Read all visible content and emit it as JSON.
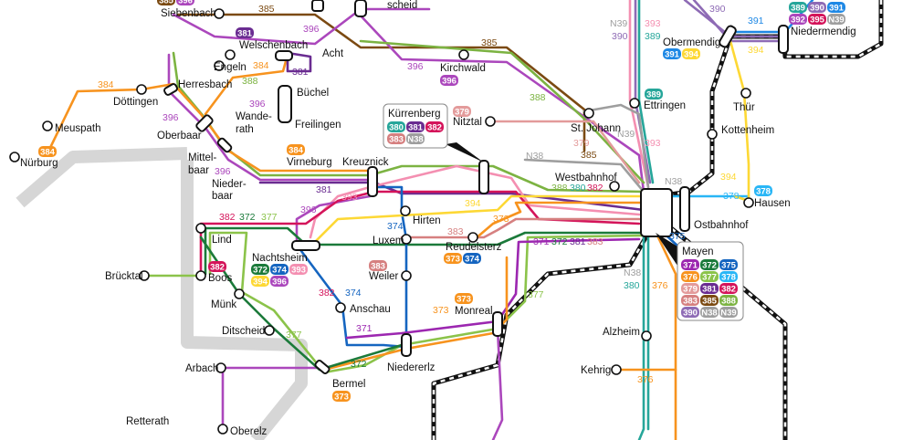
{
  "colors": {
    "381": "#6a2c91",
    "382": "#d4145a",
    "383": "#d68080",
    "384": "#f7931e",
    "385": "#7b4a12",
    "388": "#7cb342",
    "389": "#26a69a",
    "390": "#8e6bb5",
    "391": "#1e88e5",
    "393": "#f48fb1",
    "394": "#fdd835",
    "396": "#ab47bc",
    "371": "#9c27b0",
    "372": "#1b7a3a",
    "373": "#f7931e",
    "374": "#1565c0",
    "375": "#1565c0",
    "376": "#f7931e",
    "377": "#8bc34a",
    "378": "#29b6f6",
    "379": "#e39b9b",
    "380": "#26a69a",
    "N38": "#9e9e9e",
    "N39": "#9e9e9e",
    "rail": "#111111",
    "river": "#d6d6d6"
  },
  "stations": {
    "siebenbach": "Siebenbach",
    "scheid": "scheid",
    "welschenbach": "Welschenbach",
    "engeln": "Engeln",
    "acht": "Acht",
    "buechel": "Büchel",
    "freilingen": "Freilingen",
    "kirchwald": "Kirchwald",
    "herresbach": "Herresbach",
    "doettingen": "Döttingen",
    "meuspath": "Meuspath",
    "nuerburg": "Nürburg",
    "oberbaar": "Oberbaar",
    "wanderath_1": "Wande-",
    "wanderath_2": "rath",
    "mittelbaar_1": "Mittel-",
    "mittelbaar_2": "baar",
    "niederbaar_1": "Nieder-",
    "niederbaar_2": "baar",
    "virneburg": "Virneburg",
    "kreuznick": "Kreuznick",
    "nitztal": "Nitztal",
    "st_johann": "St. Johann",
    "ettringen": "Ettringen",
    "obermendig": "Obermendig",
    "niedermendig": "Niedermendig",
    "thuer": "Thür",
    "kottenheim": "Kottenheim",
    "hausen": "Hausen",
    "westbahnhof": "Westbahnhof",
    "ostbahnhof": "Ostbahnhof",
    "mayen": "Mayen",
    "lind": "Lind",
    "hirten": "Hirten",
    "luxem": "Luxem",
    "reudelsterz": "Reudelsterz",
    "nachtsheim": "Nachtsheim",
    "brucktal": "Brücktal",
    "boos": "Boos",
    "weiler": "Weiler",
    "muenk": "Münk",
    "anschau": "Anschau",
    "monreal": "Monreal",
    "ditscheid": "Ditscheid",
    "alzheim": "Alzheim",
    "kehrig": "Kehrig",
    "arbach": "Arbach",
    "bermel": "Bermel",
    "niedererlz": "Niedererlz",
    "retterath": "Retterath",
    "oberelz": "Oberelz"
  },
  "route_labels": {
    "r385_top": "385",
    "r396_acht": "396",
    "r381_welschenbach": "381",
    "r384_engeln": "384",
    "r381_buechel": "381",
    "r388_herresbach": "388",
    "r396_wanderath": "396",
    "r384_doettingen": "384",
    "r396_oberbaar": "396",
    "r385_kirchwald": "385",
    "r396_kirchwald": "396",
    "r388_mid": "388",
    "r396_mittelbaar": "396",
    "r381_kreuznick": "381",
    "r393_kreuznick": "393",
    "r396_lind": "396",
    "r382_lind": "382",
    "r372_lind": "372",
    "r377_lind": "377",
    "r374_luxem": "374",
    "r383_luxem": "383",
    "r394_mid": "394",
    "r373_mid": "373",
    "r382_nacht": "382",
    "r374_anschau": "374",
    "r371_mid": "371",
    "r373_monreal": "373",
    "r377_ditscheid": "377",
    "r372_bermel": "372",
    "r377_right": "377",
    "r371_mayen": "371",
    "r372_mayen": "372",
    "r381_mayen": "381",
    "r383_mayen": "383",
    "n38_top": "N38",
    "n39_top": "N39",
    "r390_top": "390",
    "r389_top": "389",
    "r393_top": "393",
    "r390_right": "390",
    "r391_right": "391",
    "r394_right": "394",
    "n39_stjohann": "N39",
    "r379_stjohann": "379",
    "r385_stjohann": "385",
    "r393_right": "393",
    "n38_westbf": "N38",
    "r388_westbf": "388",
    "r380_westbf": "380",
    "r382_westbf": "382",
    "n38_mayen": "N38",
    "r378": "378",
    "r375": "375",
    "r394_kottenheim": "394",
    "n38_lower": "N38",
    "r380_lower": "380",
    "r376_lower": "376",
    "r376_kehrig": "376"
  },
  "chips": {
    "kirchwald": [
      "396"
    ],
    "welschenbach": [
      "381"
    ],
    "meuspath": [
      "384"
    ],
    "virneburg": [
      "384"
    ],
    "nitztal": [
      "379"
    ],
    "ettringen": [
      "389"
    ],
    "obermendig": [
      "391",
      "394"
    ],
    "niedermendig_row1": [
      "389",
      "390",
      "391"
    ],
    "niedermendig_row2": [
      "392",
      "395",
      "N39"
    ],
    "hausen": [
      "378"
    ],
    "reudelsterz": [
      "373",
      "374"
    ],
    "nachtsheim_row1": [
      "372",
      "374",
      "393"
    ],
    "nachtsheim_row2": [
      "394",
      "396"
    ],
    "boos": [
      "382"
    ],
    "weiler": [
      "383"
    ],
    "monreal": [
      "373"
    ],
    "bermel": [
      "373"
    ],
    "siebenbach": [
      "385",
      "396"
    ]
  },
  "chip_colors": {
    "392": "#ab47bc",
    "395": "#d4145a",
    "N39": "#9e9e9e",
    "N38": "#9e9e9e"
  },
  "kreuznick_box": {
    "title": "Kürrenberg",
    "row1": [
      "380",
      "381",
      "382"
    ],
    "row2": [
      "383",
      "N38"
    ]
  },
  "mayen_box": {
    "title": "Mayen",
    "rows": [
      [
        "371",
        "372",
        "375"
      ],
      [
        "376",
        "377",
        "378"
      ],
      [
        "379",
        "381",
        "382"
      ],
      [
        "383",
        "385",
        "388"
      ],
      [
        "390",
        "N38",
        "N39"
      ]
    ]
  }
}
